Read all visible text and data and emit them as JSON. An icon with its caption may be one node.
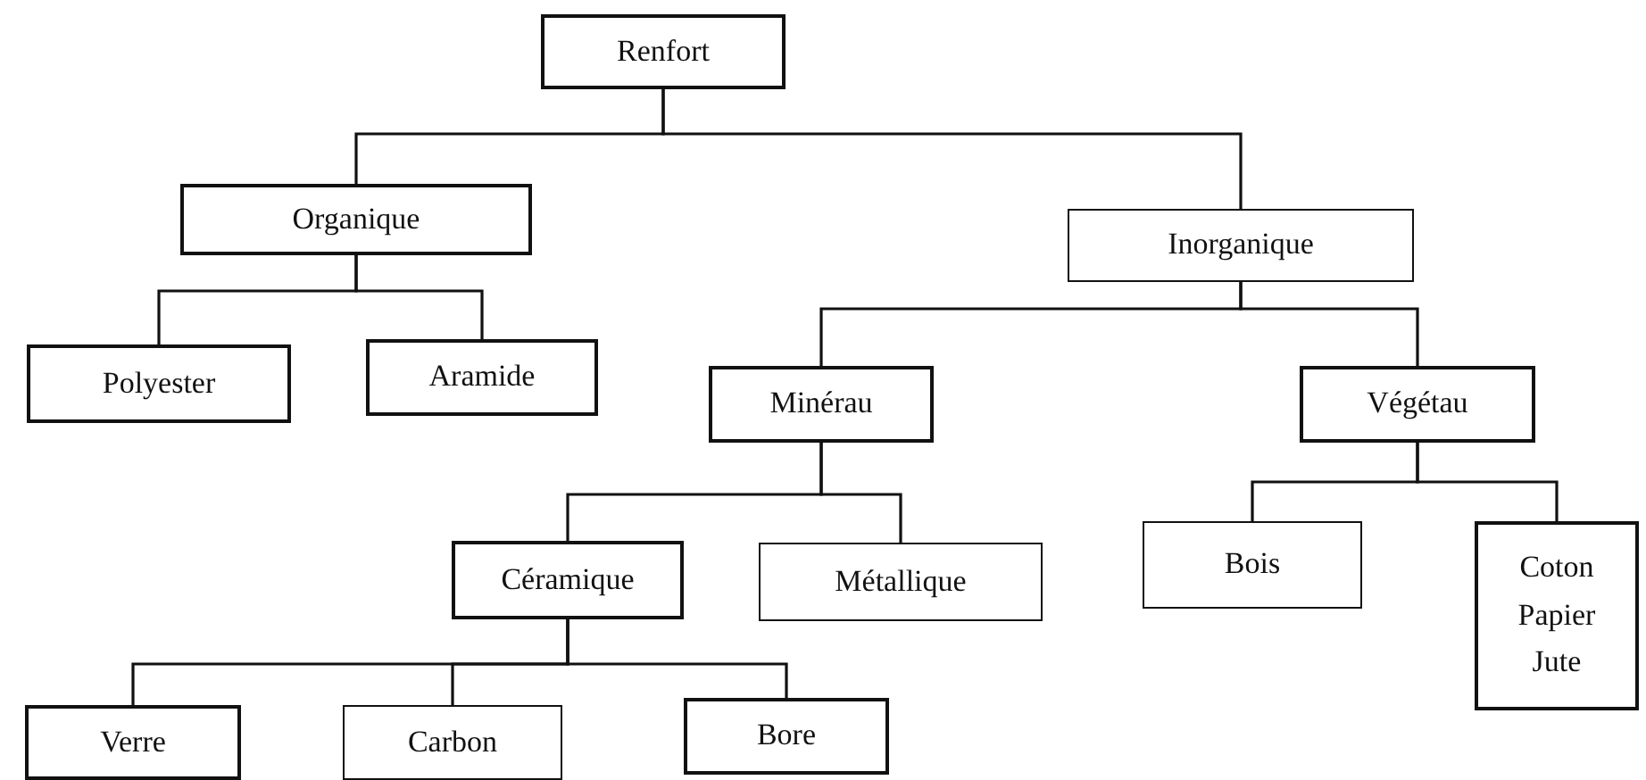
{
  "diagram": {
    "nodes": [
      {
        "text": [
          "Renfort"
        ]
      },
      {
        "text": [
          "Organique"
        ]
      },
      {
        "text": [
          "Inorganique"
        ]
      },
      {
        "text": [
          "Polyester"
        ]
      },
      {
        "text": [
          "Aramide"
        ]
      },
      {
        "text": [
          "Minérau"
        ]
      },
      {
        "text": [
          "Végétau"
        ]
      },
      {
        "text": [
          "Céramique"
        ]
      },
      {
        "text": [
          "Métallique"
        ]
      },
      {
        "text": [
          "Bois"
        ]
      },
      {
        "text": [
          "Coton Papier Jute"
        ]
      },
      {
        "text": [
          "Verre"
        ]
      },
      {
        "text": [
          "Carbon"
        ]
      },
      {
        "text": [
          "Bore"
        ]
      }
    ],
    "edges": [
      {
        "from": 0,
        "to": 1,
        "arrow": "none"
      },
      {
        "from": 0,
        "to": 2,
        "arrow": "none"
      },
      {
        "from": 1,
        "to": 3,
        "arrow": "none"
      },
      {
        "from": 1,
        "to": 4,
        "arrow": "none"
      },
      {
        "from": 2,
        "to": 5,
        "arrow": "none"
      },
      {
        "from": 2,
        "to": 6,
        "arrow": "none"
      },
      {
        "from": 5,
        "to": 7,
        "arrow": "none"
      },
      {
        "from": 5,
        "to": 8,
        "arrow": "none"
      },
      {
        "from": 6,
        "to": 9,
        "arrow": "none"
      },
      {
        "from": 6,
        "to": 10,
        "arrow": "none"
      },
      {
        "from": 7,
        "to": 11,
        "arrow": "none"
      },
      {
        "from": 7,
        "to": 12,
        "arrow": "none"
      },
      {
        "from": 7,
        "to": 13,
        "arrow": "none"
      }
    ]
  }
}
